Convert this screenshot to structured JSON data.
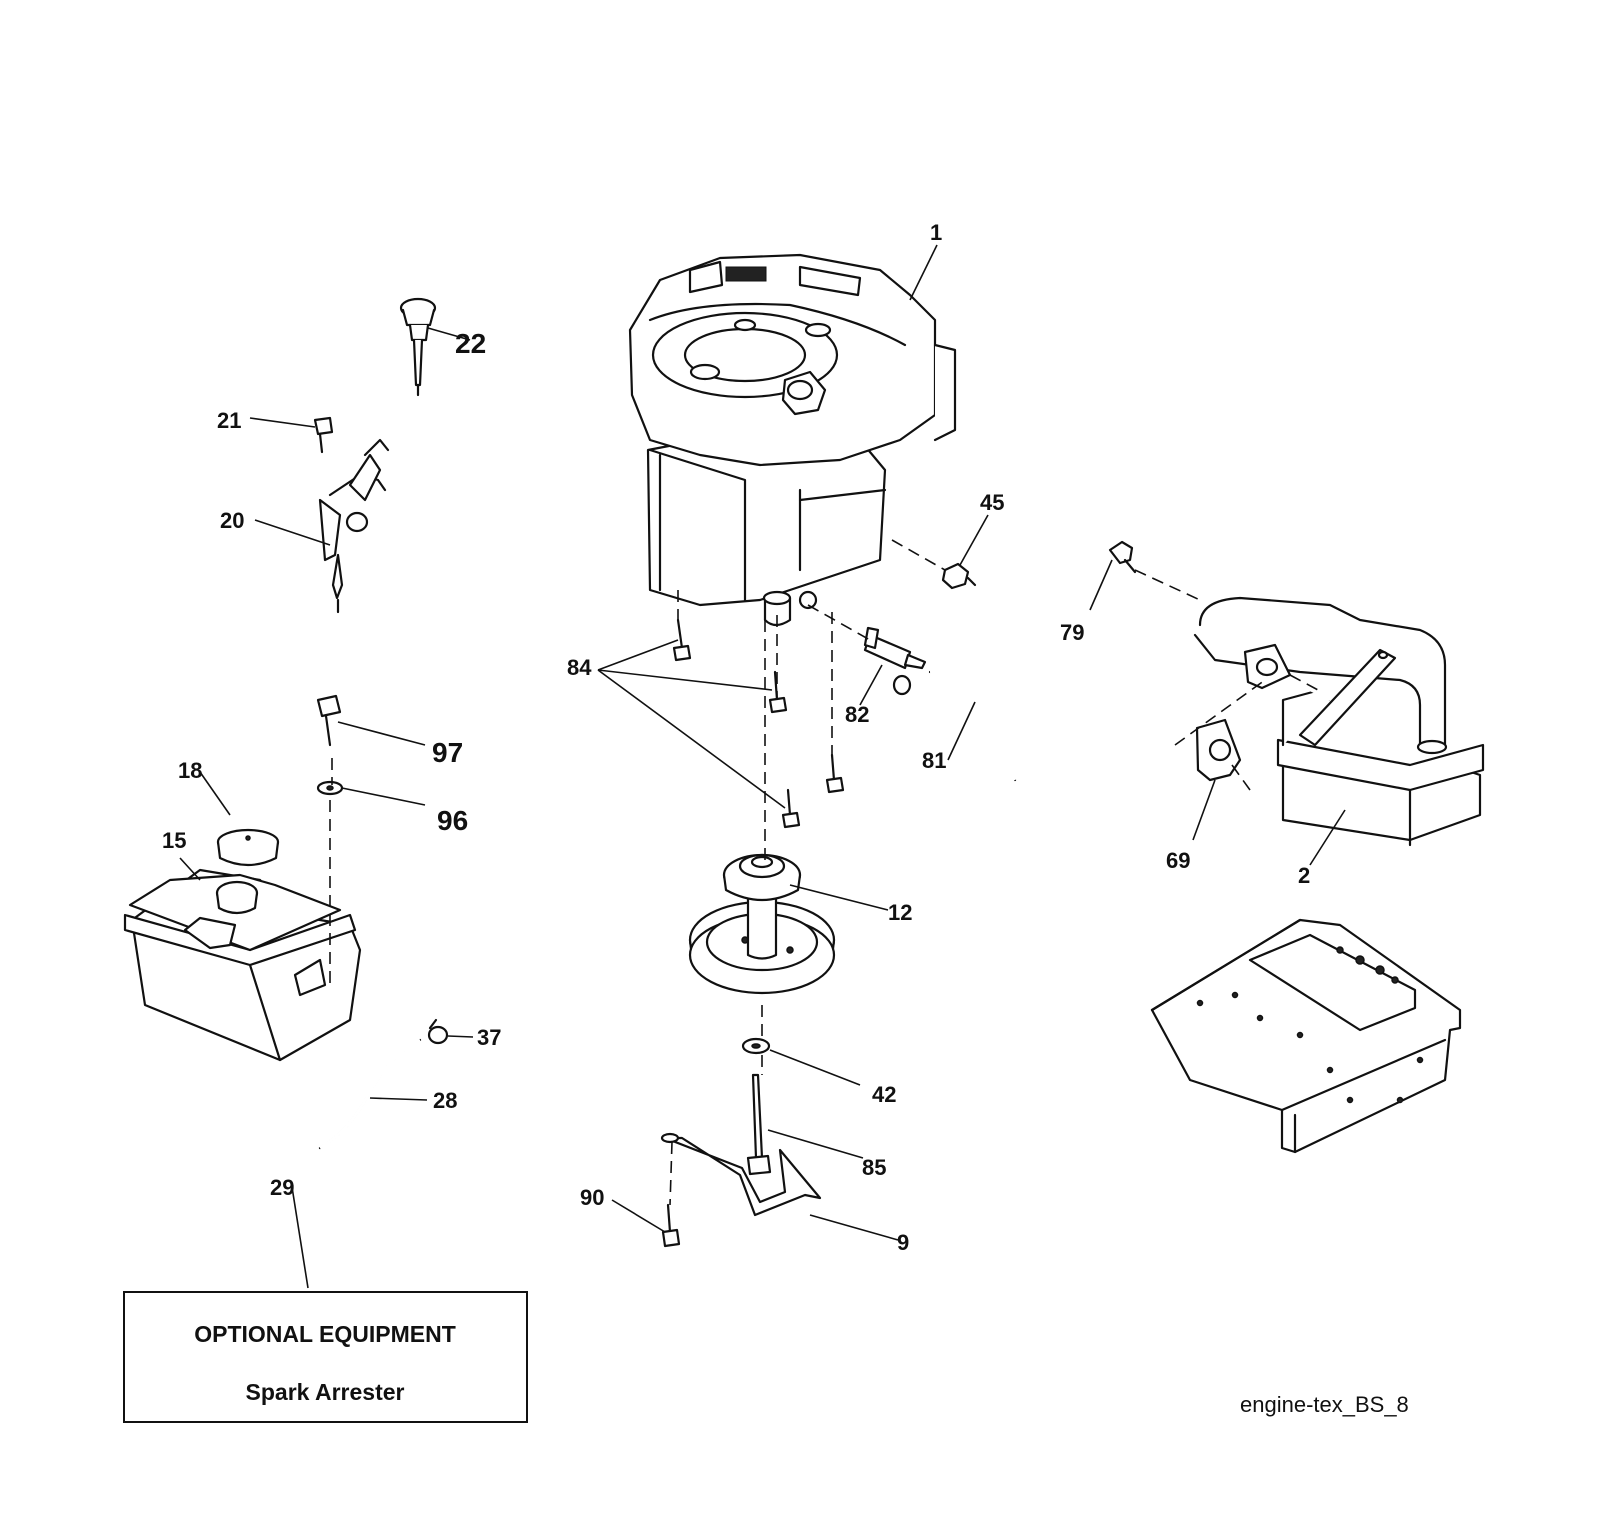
{
  "callouts": {
    "c1": "1",
    "c2": "2",
    "c9": "9",
    "c12": "12",
    "c15": "15",
    "c18": "18",
    "c20": "20",
    "c21": "21",
    "c22": "22",
    "c28": "28",
    "c29": "29",
    "c37": "37",
    "c42": "42",
    "c45": "45",
    "c69": "69",
    "c79": "79",
    "c81": "81",
    "c82": "82",
    "c84": "84",
    "c85": "85",
    "c90": "90",
    "c96": "96",
    "c97": "97"
  },
  "note_box": {
    "title": "OPTIONAL EQUIPMENT",
    "item": "Spark Arrester"
  },
  "drawing_ref": "engine-tex_BS_8"
}
